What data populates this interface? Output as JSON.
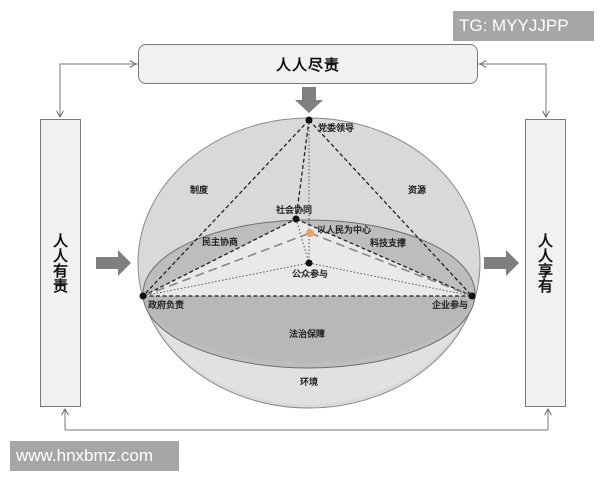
{
  "watermarks": {
    "top_right": "TG: MYYJJPP",
    "bottom_left": "www.hnxbmz.com"
  },
  "boxes": {
    "top": "人人尽责",
    "left": "人人有责",
    "right": "人人享有"
  },
  "sphere": {
    "regions": {
      "upper_left": "制度",
      "upper_right": "资源",
      "lower_middle": "法治保障",
      "bottom": "环境",
      "disk_left": "民主协商",
      "disk_right": "科技支撑"
    },
    "nodes": {
      "apex": "党委领导",
      "back": "社会协同",
      "center": "以人民为中心",
      "front": "公众参与",
      "left": "政府负责",
      "right": "企业参与"
    }
  },
  "colors": {
    "sphere_fill": "#d9d9d9",
    "disk_fill": "#bdbdbd",
    "plane_fill": "#e8e8e8",
    "arrow_fill": "#7f7f7f",
    "center_node": "#f0a060",
    "watermark_bg": "#a6a6a6"
  }
}
